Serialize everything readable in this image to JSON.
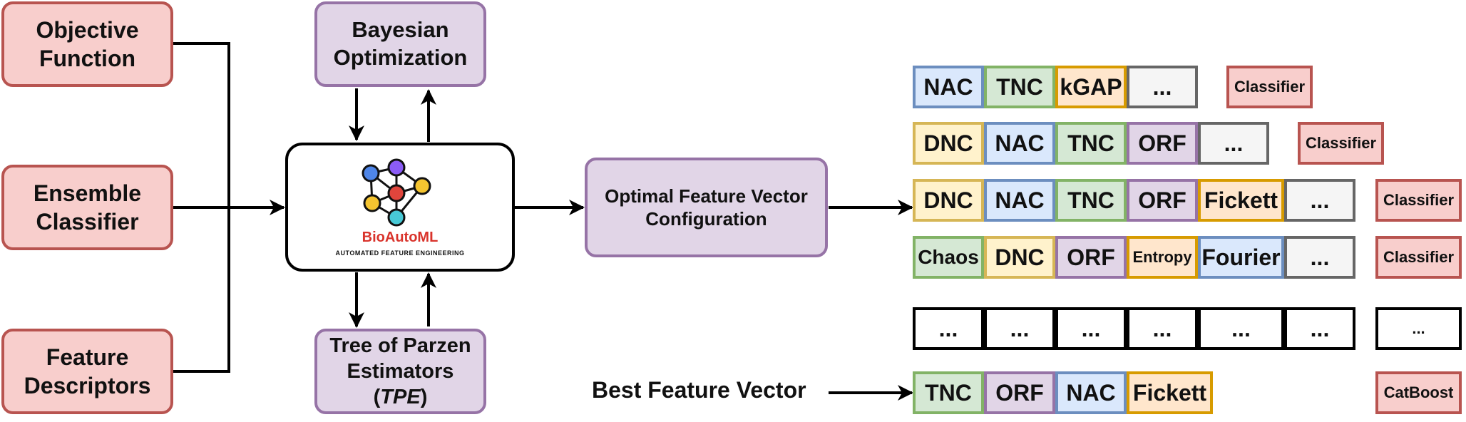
{
  "inputs": {
    "objective": [
      "Objective",
      "Function"
    ],
    "ensemble": [
      "Ensemble",
      "Classifier"
    ],
    "descriptors": [
      "Feature",
      "Descriptors"
    ]
  },
  "optimizers": {
    "bayesian": [
      "Bayesian",
      "Optimization"
    ],
    "tpe": [
      "Tree of Parzen",
      "Estimators",
      "TPE"
    ]
  },
  "core": {
    "logo_title": "BioAutoML",
    "logo_subtitle": "AUTOMATED FEATURE ENGINEERING"
  },
  "optimal": [
    "Optimal Feature Vector",
    "Configuration"
  ],
  "best_label": "Best Feature Vector",
  "rows": [
    {
      "cells": [
        "NAC",
        "TNC",
        "kGAP",
        "..."
      ],
      "classifier": "Classifier"
    },
    {
      "cells": [
        "DNC",
        "NAC",
        "TNC",
        "ORF",
        "..."
      ],
      "classifier": "Classifier"
    },
    {
      "cells": [
        "DNC",
        "NAC",
        "TNC",
        "ORF",
        "Fickett",
        "..."
      ],
      "classifier": "Classifier"
    },
    {
      "cells": [
        "Chaos",
        "DNC",
        "ORF",
        "Entropy",
        "Fourier",
        "..."
      ],
      "classifier": "Classifier"
    },
    {
      "cells": [
        "...",
        "...",
        "...",
        "...",
        "...",
        "..."
      ],
      "classifier": "..."
    },
    {
      "cells": [
        "TNC",
        "ORF",
        "NAC",
        "Fickett"
      ],
      "classifier": "CatBoost"
    }
  ],
  "colors": {
    "red_fill": "#f8cecc",
    "red_border": "#b85450",
    "purple_fill": "#e1d5e7",
    "purple_border": "#9673a6",
    "blue_fill": "#dae8fc",
    "green_fill": "#d5e8d4",
    "orange_fill": "#ffe6cc",
    "yellow_fill": "#fff2cc",
    "gray_fill": "#f5f5f5"
  }
}
